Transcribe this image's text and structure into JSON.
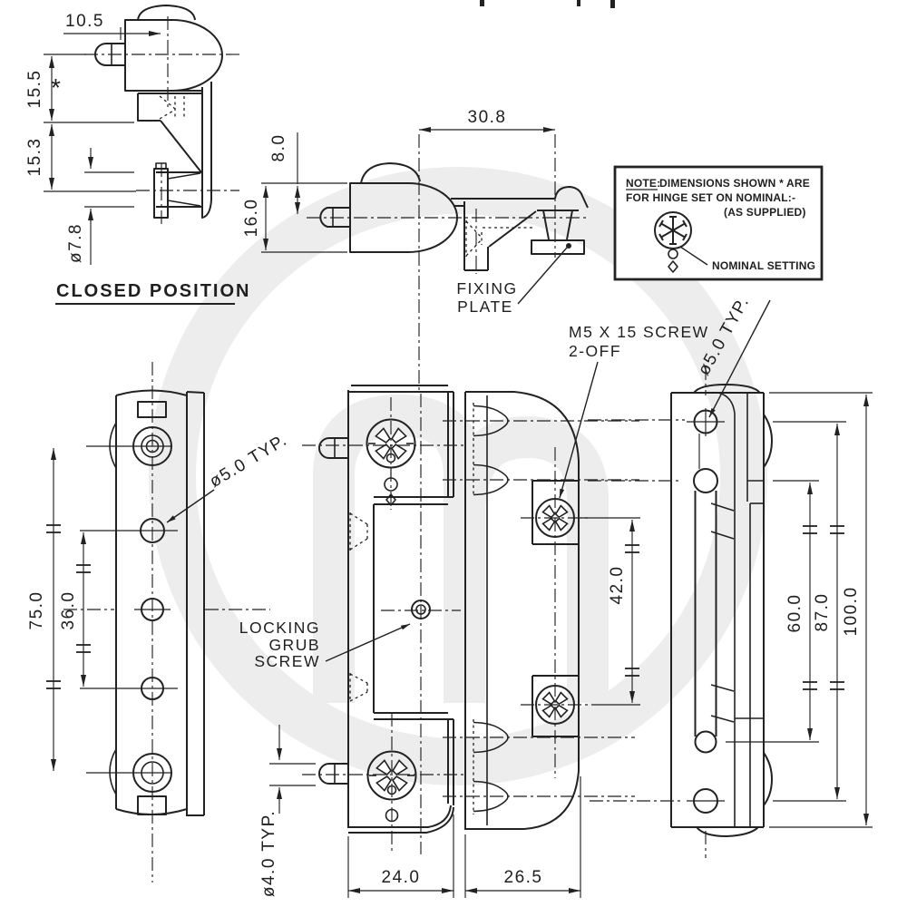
{
  "drawing": {
    "closed_view": {
      "title": "CLOSED POSITION",
      "dim_width": "10.5",
      "dim_upper": "15.5",
      "dim_upper_note": "*",
      "dim_lower": "15.3",
      "dim_hole": "ø7.8"
    },
    "open_view": {
      "dim_offset": "30.8",
      "dim_pin_depth": "8.0",
      "dim_thickness": "16.0",
      "fixing_plate_label_1": "FIXING",
      "fixing_plate_label_2": "PLATE"
    },
    "note_box": {
      "prefix": "NOTE:",
      "line1": "DIMENSIONS SHOWN * ARE",
      "line2": "FOR HINGE SET ON NOMINAL:-",
      "line3": "(AS SUPPLIED)",
      "nominal_label": "NOMINAL SETTING"
    },
    "plate_view": {
      "dim_hole_span": "75.0",
      "dim_inner_span": "36.0",
      "hole_dia": "ø5.0 TYP."
    },
    "body_view": {
      "screw_label_1": "M5 X 15 SCREW",
      "screw_label_2": "2-OFF",
      "grub_label_1": "LOCKING",
      "grub_label_2": "GRUB",
      "grub_label_3": "SCREW",
      "pin_dia": "ø4.0 TYP.",
      "dim_body_width": "24.0",
      "dim_keep_width": "26.5",
      "dim_screw_span": "42.0"
    },
    "side_view": {
      "hole_dia": "ø5.0 TYP.",
      "dim_60": "60.0",
      "dim_87": "87.0",
      "dim_100": "100.0"
    }
  }
}
